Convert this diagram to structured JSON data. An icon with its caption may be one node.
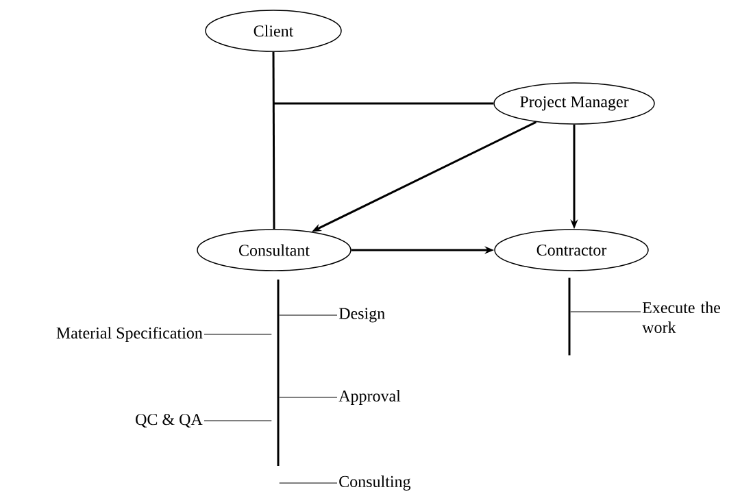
{
  "diagram": {
    "nodes": [
      {
        "text": [
          "Client"
        ]
      },
      {
        "text": [
          "Project Manager"
        ]
      },
      {
        "text": [
          "Consultant"
        ]
      },
      {
        "text": [
          "Contractor"
        ]
      },
      {
        "text": [],
        "shape": "bar"
      },
      {
        "text": [
          "Design"
        ]
      },
      {
        "text": [
          "Material Specification"
        ]
      },
      {
        "text": [
          "Approval"
        ]
      },
      {
        "text": [
          "QC & QA"
        ]
      },
      {
        "text": [
          "Consulting"
        ]
      },
      {
        "text": [],
        "shape": "bar"
      },
      {
        "text": [
          "Execute the work"
        ]
      }
    ],
    "edges": [
      {
        "from": 0,
        "to": 2,
        "arrow": "none",
        "style": "thick"
      },
      {
        "from": 1,
        "to": 0,
        "arrow": "none",
        "style": "thick"
      },
      {
        "from": 1,
        "to": 2,
        "arrow": "to",
        "style": "thick"
      },
      {
        "from": 1,
        "to": 3,
        "arrow": "to",
        "style": "thick"
      },
      {
        "from": 2,
        "to": 3,
        "arrow": "to",
        "style": "thick"
      },
      {
        "from": 5,
        "to": 4,
        "arrow": "none"
      },
      {
        "from": 6,
        "to": 4,
        "arrow": "none"
      },
      {
        "from": 7,
        "to": 4,
        "arrow": "none"
      },
      {
        "from": 8,
        "to": 4,
        "arrow": "none"
      },
      {
        "from": 9,
        "to": 4,
        "arrow": "none"
      },
      {
        "from": 11,
        "to": 10,
        "arrow": "none"
      }
    ]
  }
}
